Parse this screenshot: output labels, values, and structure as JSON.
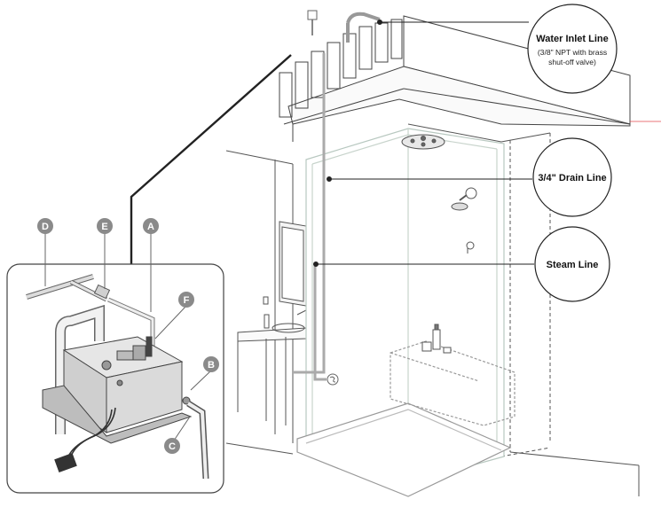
{
  "callouts": {
    "water_inlet": {
      "title": "Water Inlet Line",
      "detail_1": "(3/8\" NPT with brass",
      "detail_2": "shut-off valve)"
    },
    "drain": {
      "title": "3/4\" Drain Line"
    },
    "steam": {
      "title": "Steam Line"
    }
  },
  "parts": [
    {
      "letter": "D"
    },
    {
      "letter": "E"
    },
    {
      "letter": "A"
    },
    {
      "letter": "F"
    },
    {
      "letter": "B"
    },
    {
      "letter": "C"
    }
  ],
  "colors": {
    "line": "#444444",
    "light_line": "#888888",
    "badge": "#8a8a8a",
    "pipe": "#aaaaaa",
    "glass": "#b8c8c0",
    "accent": "#e0464e"
  }
}
